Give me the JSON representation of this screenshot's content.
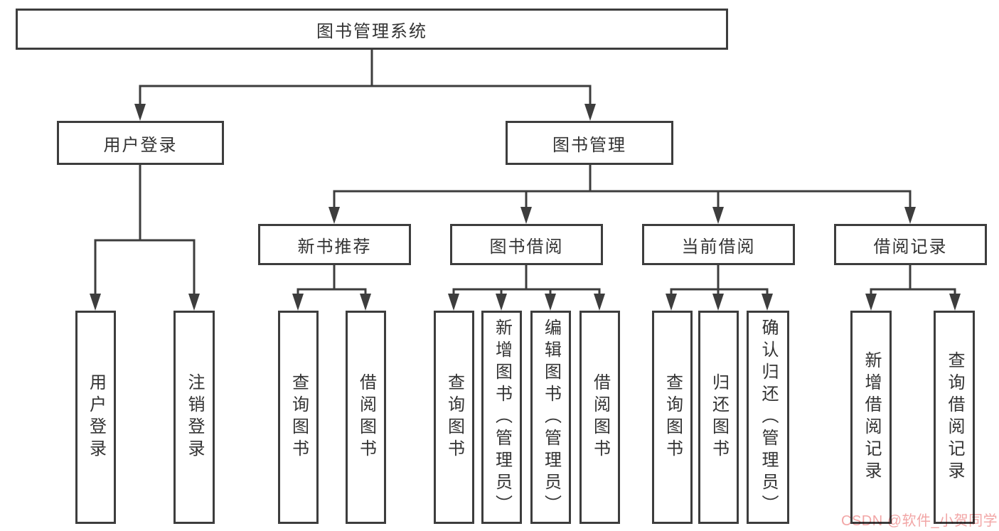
{
  "diagram": {
    "title": "图书管理系统",
    "tree": {
      "root": {
        "label": "图书管理系统"
      },
      "branches": [
        {
          "label": "用户登录",
          "children": [
            {
              "label": "用户登录"
            },
            {
              "label": "注销登录"
            }
          ]
        },
        {
          "label": "图书管理",
          "children": [
            {
              "label": "新书推荐",
              "children": [
                {
                  "label": "查询图书"
                },
                {
                  "label": "借阅图书"
                }
              ]
            },
            {
              "label": "图书借阅",
              "children": [
                {
                  "label": "查询图书"
                },
                {
                  "label": "新增图书（管理员）"
                },
                {
                  "label": "编辑图书（管理员）"
                },
                {
                  "label": "借阅图书"
                }
              ]
            },
            {
              "label": "当前借阅",
              "children": [
                {
                  "label": "查询图书"
                },
                {
                  "label": "归还图书"
                },
                {
                  "label": "确认归还（管理员）"
                }
              ]
            },
            {
              "label": "借阅记录",
              "children": [
                {
                  "label": "新增借阅记录"
                },
                {
                  "label": "查询借阅记录"
                }
              ]
            }
          ]
        }
      ]
    },
    "colors": {
      "line": "#3d3d3d",
      "box_border": "#3d3d3d",
      "text": "#333333",
      "background": "#ffffff",
      "watermark": "#f2a6a6"
    }
  },
  "watermark": {
    "text": "CSDN @软件_小贺同学"
  }
}
